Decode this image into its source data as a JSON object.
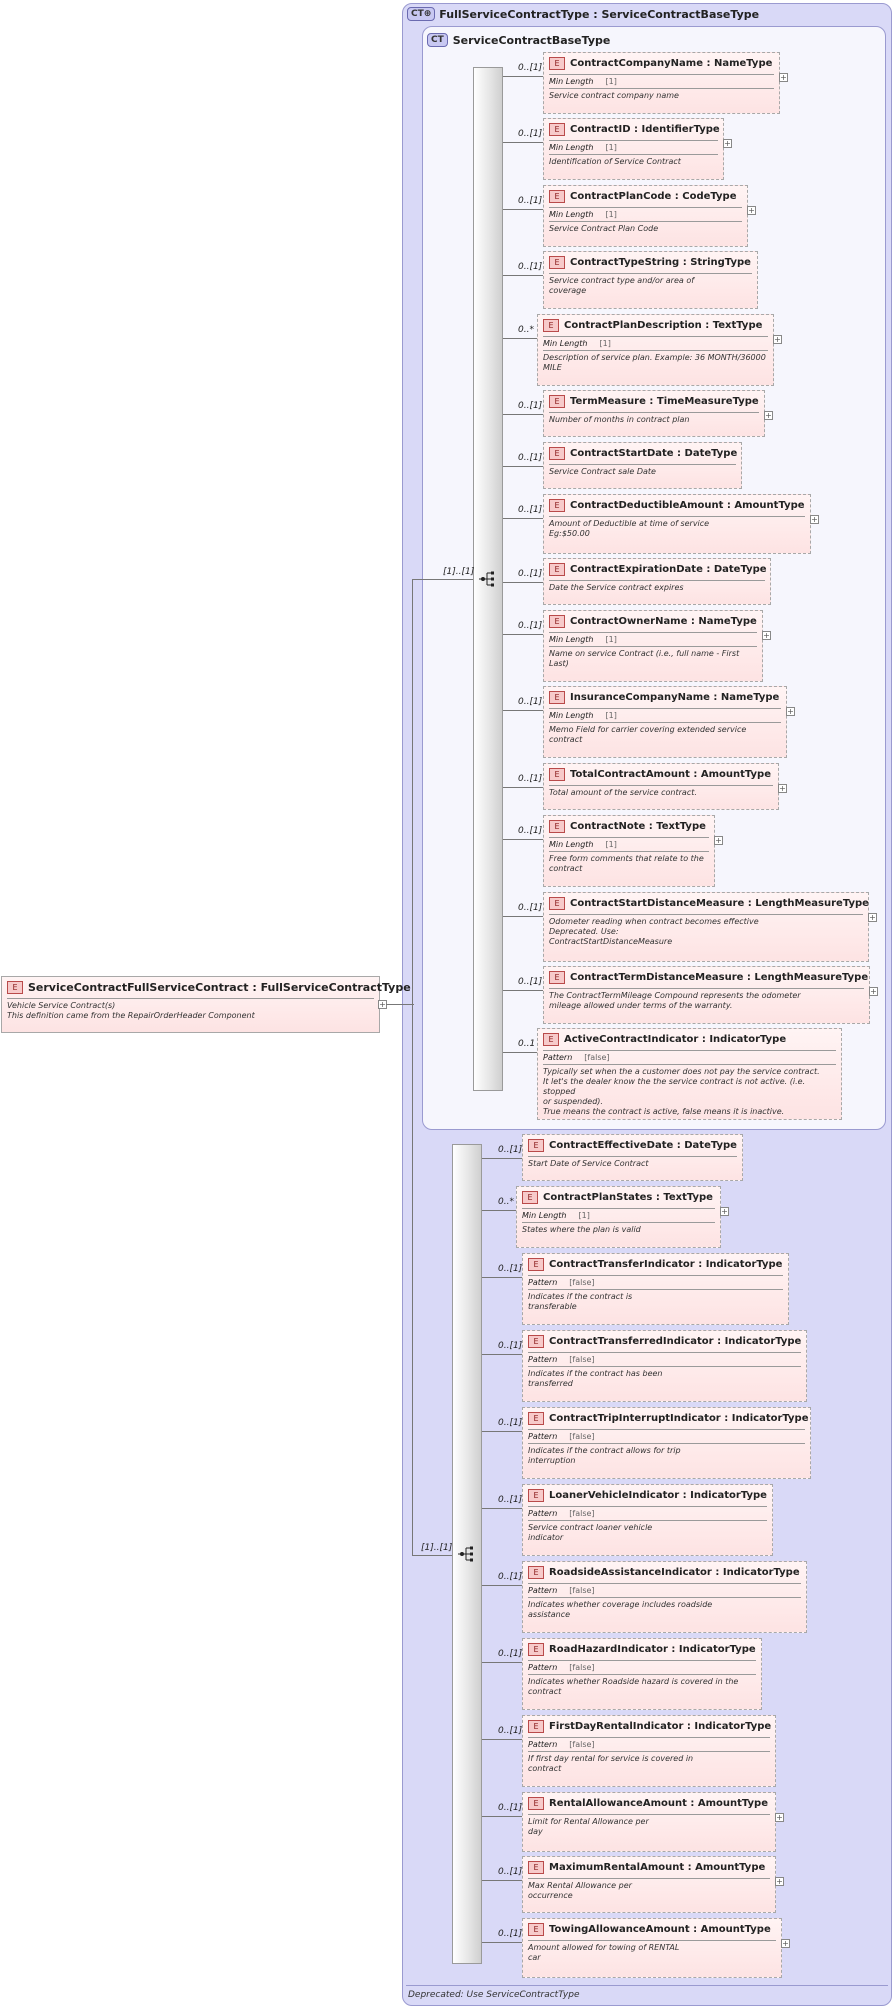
{
  "root": {
    "name": "ServiceContractFullServiceContract",
    "type": "FullServiceContractType",
    "doc": "Vehicle Service Contract(s)\nThis definition came from the RepairOrderHeader Component"
  },
  "outer_type": {
    "badge": "CT",
    "name": "FullServiceContractType",
    "base": "ServiceContractBaseType"
  },
  "inner_type": {
    "badge": "CT",
    "name": "ServiceContractBaseType"
  },
  "badges": {
    "element": "E",
    "expand": "+"
  },
  "sequence1": {
    "cardinality": "[1]..[1]"
  },
  "sequence2": {
    "cardinality": "[1]..[1]"
  },
  "group1": [
    {
      "name": "ContractCompanyName",
      "type": "NameType",
      "card": "0..[1]",
      "facet": "Min Length",
      "facet_value": "[1]",
      "doc": "Service contract company name",
      "plus": true
    },
    {
      "name": "ContractID",
      "type": "IdentifierType",
      "card": "0..[1]",
      "facet": "Min Length",
      "facet_value": "[1]",
      "doc": "Identification of Service Contract",
      "plus": true
    },
    {
      "name": "ContractPlanCode",
      "type": "CodeType",
      "card": "0..[1]",
      "facet": "Min Length",
      "facet_value": "[1]",
      "doc": "Service Contract Plan Code",
      "plus": true
    },
    {
      "name": "ContractTypeString",
      "type": "StringType",
      "card": "0..[1]",
      "facet": "",
      "facet_value": "",
      "doc": "Service contract type and/or area of\ncoverage",
      "plus": false
    },
    {
      "name": "ContractPlanDescription",
      "type": "TextType",
      "card": "0..*",
      "facet": "Min Length",
      "facet_value": "[1]",
      "doc": "Description of service plan. Example: 36 MONTH/36000\nMILE",
      "plus": true
    },
    {
      "name": "TermMeasure",
      "type": "TimeMeasureType",
      "card": "0..[1]",
      "facet": "",
      "facet_value": "",
      "doc": "Number of months in contract plan",
      "plus": true
    },
    {
      "name": "ContractStartDate",
      "type": "DateType",
      "card": "0..[1]",
      "facet": "",
      "facet_value": "",
      "doc": "Service Contract sale Date",
      "plus": false
    },
    {
      "name": "ContractDeductibleAmount",
      "type": "AmountType",
      "card": "0..[1]",
      "facet": "",
      "facet_value": "",
      "doc": "Amount of Deductible at time of service\nEg:$50.00",
      "plus": true
    },
    {
      "name": "ContractExpirationDate",
      "type": "DateType",
      "card": "0..[1]",
      "facet": "",
      "facet_value": "",
      "doc": "Date the Service contract expires",
      "plus": false
    },
    {
      "name": "ContractOwnerName",
      "type": "NameType",
      "card": "0..[1]",
      "facet": "Min Length",
      "facet_value": "[1]",
      "doc": "Name on service Contract (i.e., full name - First\nLast)",
      "plus": true
    },
    {
      "name": "InsuranceCompanyName",
      "type": "NameType",
      "card": "0..[1]",
      "facet": "Min Length",
      "facet_value": "[1]",
      "doc": "Memo Field for carrier covering extended service\ncontract",
      "plus": true
    },
    {
      "name": "TotalContractAmount",
      "type": "AmountType",
      "card": "0..[1]",
      "facet": "",
      "facet_value": "",
      "doc": "Total amount of the service contract.",
      "plus": true
    },
    {
      "name": "ContractNote",
      "type": "TextType",
      "card": "0..[1]",
      "facet": "Min Length",
      "facet_value": "[1]",
      "doc": "Free form comments that relate to the\ncontract",
      "plus": true
    },
    {
      "name": "ContractStartDistanceMeasure",
      "type": "LengthMeasureType",
      "card": "0..[1]",
      "facet": "",
      "facet_value": "",
      "doc": "Odometer reading when contract becomes effective\nDeprecated. Use:\nContractStartDistanceMeasure",
      "plus": true
    },
    {
      "name": "ContractTermDistanceMeasure",
      "type": "LengthMeasureType",
      "card": "0..[1]",
      "facet": "",
      "facet_value": "",
      "doc": "The ContractTermMileage Compound represents the odometer\nmileage allowed under terms of the warranty.",
      "plus": true
    },
    {
      "name": "ActiveContractIndicator",
      "type": "IndicatorType",
      "card": "0..1",
      "facet": "Pattern",
      "facet_value": "[false]",
      "doc": "Typically set when the a customer does not pay the service contract.\nIt let's the dealer know the the service contract is not active. (i.e. stopped\nor suspended).\nTrue means the contract is active, false means it is inactive.",
      "plus": false
    }
  ],
  "group2": [
    {
      "name": "ContractEffectiveDate",
      "type": "DateType",
      "card": "0..[1]",
      "facet": "",
      "facet_value": "",
      "doc": "Start Date of Service Contract",
      "plus": false
    },
    {
      "name": "ContractPlanStates",
      "type": "TextType",
      "card": "0..*",
      "facet": "Min Length",
      "facet_value": "[1]",
      "doc": "States where the plan is valid",
      "plus": true
    },
    {
      "name": "ContractTransferIndicator",
      "type": "IndicatorType",
      "card": "0..[1]",
      "facet": "Pattern",
      "facet_value": "[false]",
      "doc": "Indicates if the contract is\ntransferable",
      "plus": false
    },
    {
      "name": "ContractTransferredIndicator",
      "type": "IndicatorType",
      "card": "0..[1]",
      "facet": "Pattern",
      "facet_value": "[false]",
      "doc": "Indicates if the contract has been\ntransferred",
      "plus": false
    },
    {
      "name": "ContractTripInterruptIndicator",
      "type": "IndicatorType",
      "card": "0..[1]",
      "facet": "Pattern",
      "facet_value": "[false]",
      "doc": "Indicates if the contract allows for trip\ninterruption",
      "plus": false
    },
    {
      "name": "LoanerVehicleIndicator",
      "type": "IndicatorType",
      "card": "0..[1]",
      "facet": "Pattern",
      "facet_value": "[false]",
      "doc": "Service contract loaner vehicle\nindicator",
      "plus": false
    },
    {
      "name": "RoadsideAssistanceIndicator",
      "type": "IndicatorType",
      "card": "0..[1]",
      "facet": "Pattern",
      "facet_value": "[false]",
      "doc": "Indicates whether coverage includes roadside\nassistance",
      "plus": false
    },
    {
      "name": "RoadHazardIndicator",
      "type": "IndicatorType",
      "card": "0..[1]",
      "facet": "Pattern",
      "facet_value": "[false]",
      "doc": "Indicates whether Roadside hazard is covered in the\ncontract",
      "plus": false
    },
    {
      "name": "FirstDayRentalIndicator",
      "type": "IndicatorType",
      "card": "0..[1]",
      "facet": "Pattern",
      "facet_value": "[false]",
      "doc": "If first day rental for service is covered in\ncontract",
      "plus": false
    },
    {
      "name": "RentalAllowanceAmount",
      "type": "AmountType",
      "card": "0..[1]",
      "facet": "",
      "facet_value": "",
      "doc": "Limit for Rental Allowance per\nday",
      "plus": true
    },
    {
      "name": "MaximumRentalAmount",
      "type": "AmountType",
      "card": "0..[1]",
      "facet": "",
      "facet_value": "",
      "doc": "Max Rental Allowance per\noccurrence",
      "plus": true
    },
    {
      "name": "TowingAllowanceAmount",
      "type": "AmountType",
      "card": "0..[1]",
      "facet": "",
      "facet_value": "",
      "doc": "Amount allowed for towing of RENTAL\ncar",
      "plus": true
    }
  ],
  "footer": {
    "deprecated": "Deprecated: Use ServiceContractType"
  }
}
